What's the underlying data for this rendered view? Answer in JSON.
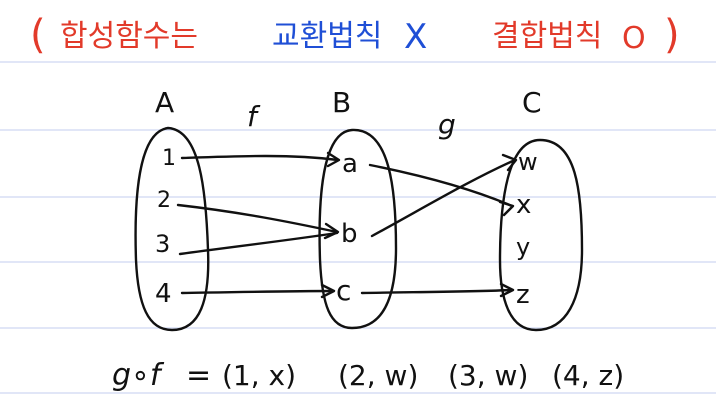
{
  "colors": {
    "background": "#ffffff",
    "ruled_line": "#cfd7f2",
    "ink": "#111111",
    "red_note": "#e23a2a",
    "blue_note": "#1f4fd6"
  },
  "header": {
    "open_paren": "(",
    "phrase": "합성함수는",
    "commutative": "교환법칙",
    "commutative_mark": "X",
    "associative": "결합법칙",
    "associative_mark": "O",
    "close_paren": ")"
  },
  "sets": {
    "A": {
      "label": "A",
      "elements": [
        "1",
        "2",
        "3",
        "4"
      ]
    },
    "B": {
      "label": "B",
      "elements": [
        "a",
        "b",
        "c"
      ]
    },
    "C": {
      "label": "C",
      "elements": [
        "w",
        "x",
        "y",
        "z"
      ]
    }
  },
  "functions": {
    "f": {
      "label": "f",
      "mappings": [
        [
          "1",
          "a"
        ],
        [
          "2",
          "b"
        ],
        [
          "3",
          "b"
        ],
        [
          "4",
          "c"
        ]
      ]
    },
    "g": {
      "label": "g",
      "mappings": [
        [
          "a",
          "x"
        ],
        [
          "b",
          "w"
        ],
        [
          "c",
          "z"
        ]
      ]
    }
  },
  "composition": {
    "lhs": "g∘f",
    "equals": "=",
    "pairs": [
      "(1, x)",
      "(2, w)",
      "(3, w)",
      "(4, z)"
    ]
  }
}
